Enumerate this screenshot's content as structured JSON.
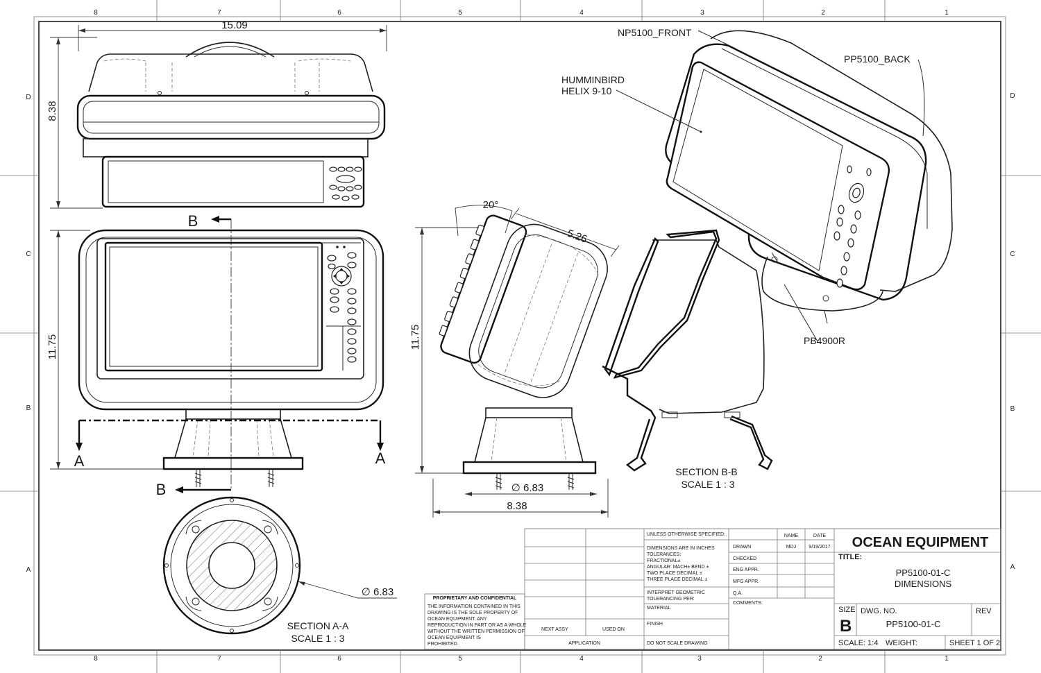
{
  "zones": {
    "columns": [
      "8",
      "7",
      "6",
      "5",
      "4",
      "3",
      "2",
      "1"
    ],
    "rows": [
      "D",
      "C",
      "B",
      "A"
    ]
  },
  "top_view": {
    "width_dim": "15.09",
    "height_dim": "8.38"
  },
  "front_view": {
    "height_dim": "11.75",
    "section_b_arrow": "B",
    "section_b_arrow_bottom": "B",
    "section_a_left": "A",
    "section_a_right": "A"
  },
  "side_view": {
    "height_dim": "11.75",
    "angle_dim": "20°",
    "diag_dim": "5.26",
    "base_dia_dim": "∅ 6.83",
    "width_dim": "8.38"
  },
  "section_bb": {
    "title": "SECTION B-B",
    "scale": "SCALE 1 : 3"
  },
  "section_aa": {
    "title": "SECTION A-A",
    "scale": "SCALE 1 : 3",
    "dia_dim": "∅ 6.83"
  },
  "iso_labels": {
    "front": "NP5100_FRONT",
    "back": "PP5100_BACK",
    "unit_line1": "HUMMINBIRD",
    "unit_line2": "HELIX 9-10",
    "base": "PB4900R"
  },
  "proprietary": {
    "heading": "PROPRIETARY AND CONFIDENTIAL",
    "lines": [
      "THE INFORMATION CONTAINED IN THIS",
      "DRAWING IS THE SOLE PROPERTY OF",
      "OCEAN EQUIPMENT.  ANY",
      "REPRODUCTION IN PART OR AS A WHOLE",
      "WITHOUT THE WRITTEN PERMISSION OF",
      "OCEAN EQUIPMENT IS",
      "PROHIBITED."
    ]
  },
  "title_block": {
    "unless": "UNLESS OTHERWISE SPECIFIED:",
    "name_hdr": "NAME",
    "date_hdr": "DATE",
    "spec_lines": [
      "DIMENSIONS ARE IN INCHES",
      "TOLERANCES:",
      "FRACTIONAL±",
      "ANGULAR: MACH±    BEND ±",
      "TWO PLACE DECIMAL    ±",
      "THREE PLACE DECIMAL  ±"
    ],
    "interp_lines": [
      "INTERPRET GEOMETRIC",
      "TOLERANCING PER:"
    ],
    "material": "MATERIAL",
    "finish": "FINISH",
    "no_scale": "DO NOT SCALE DRAWING",
    "next_assy": "NEXT ASSY",
    "used_on": "USED ON",
    "application": "APPLICATION",
    "drawn": "DRAWN",
    "drawn_name": "MDJ",
    "drawn_date": "9/19/2017",
    "checked": "CHECKED",
    "eng_appr": "ENG APPR.",
    "mfg_appr": "MFG APPR.",
    "qa": "Q.A.",
    "comments": "COMMENTS:",
    "company": "OCEAN EQUIPMENT",
    "title_lbl": "TITLE:",
    "title_line1": "PP5100-01-C",
    "title_line2": "DIMENSIONS",
    "size_lbl": "SIZE",
    "size_val": "B",
    "dwg_no_lbl": "DWG.  NO.",
    "dwg_no_val": "PP5100-01-C",
    "rev_lbl": "REV",
    "scale": "SCALE: 1:4",
    "weight": "WEIGHT:",
    "sheet": "SHEET 1 OF 2"
  }
}
